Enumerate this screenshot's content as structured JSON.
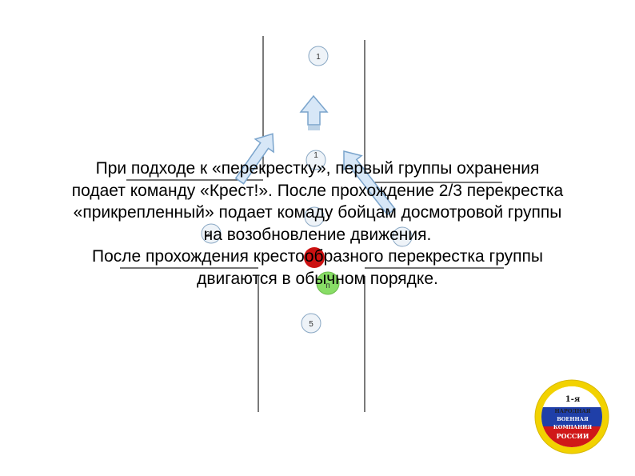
{
  "nodes": {
    "top": "1",
    "upper": "1",
    "middle": "",
    "left": "2",
    "right": "",
    "green": "п",
    "bottom": "5"
  },
  "caption": {
    "line1": "При подходе к «перекрестку», первый группы охранения",
    "line2": "подает команду «Крест!». После прохождение 2/3 перекрестка",
    "line3": "«прикрепленный» подает комаду бойцам досмотровой группы",
    "line4": "на возобновление движения.",
    "line5": "После прохождения крестообразного перекрестка группы",
    "line6": "двигаются в обычном порядке."
  },
  "logo": {
    "line1": "1-я",
    "line2": "НАРОДНАЯ",
    "line3": "ВОЕННАЯ",
    "line4": "КОМПАНИЯ",
    "line5": "РОССИИ",
    "colors": {
      "white": "#ffffff",
      "blue": "#1f3fa8",
      "red": "#d01818",
      "gold": "#f2d200"
    }
  },
  "colors": {
    "road": "#222222",
    "arrow_fill": "#d7e7f7",
    "arrow_stroke": "#7aa4cc",
    "node_fill": "#eef3f8",
    "node_stroke": "#8aa8c4",
    "red_node": "#cc1111",
    "green_node": "#88dd66"
  }
}
